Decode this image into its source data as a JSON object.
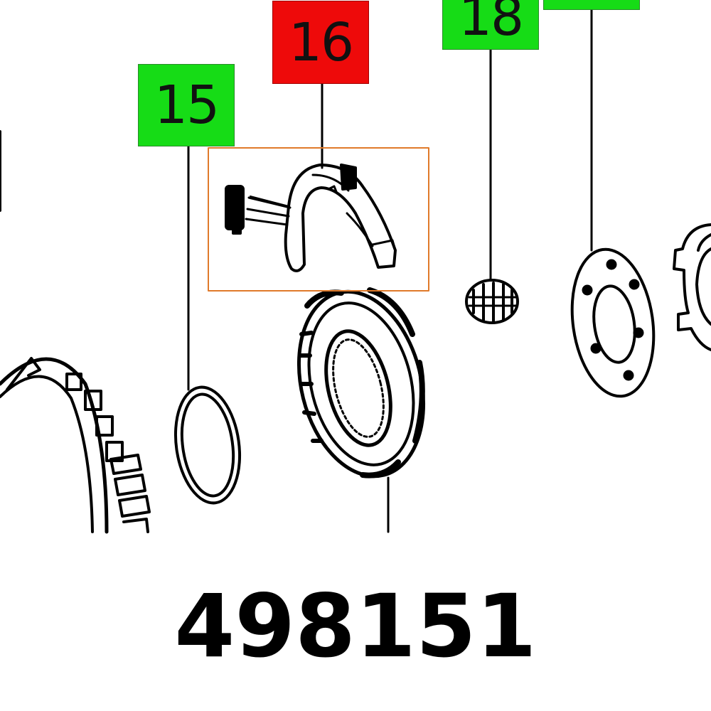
{
  "diagram": {
    "callouts": [
      {
        "id": "c15",
        "label": "15",
        "color": "#16dc16"
      },
      {
        "id": "c16",
        "label": "16",
        "color": "#ee0a0a"
      },
      {
        "id": "c18",
        "label": "18",
        "color": "#16dc16"
      },
      {
        "id": "c19",
        "label": "",
        "color": "#16dc16"
      }
    ],
    "highlight_color": "#e07a2a",
    "line_color": "#000000",
    "part_number": "498151"
  }
}
